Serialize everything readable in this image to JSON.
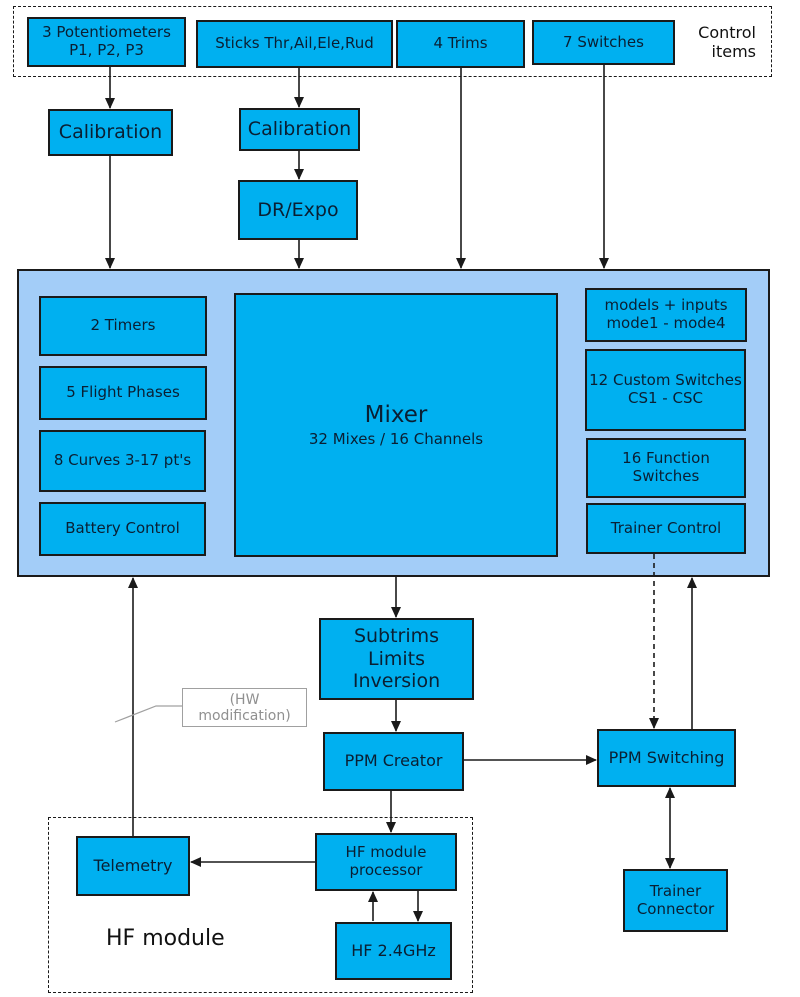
{
  "colors": {
    "node_fill": "#00B0F0",
    "container_fill": "#A3CDF8",
    "border": "#1a1a1a",
    "text": "#0a1f33",
    "muted_text": "#909090"
  },
  "groups": {
    "control_items": {
      "label": "Control\nitems"
    },
    "hf_module": {
      "label": "HF module"
    }
  },
  "nodes": {
    "potentiometers": {
      "label": "3 Potentiometers\nP1, P2, P3"
    },
    "sticks": {
      "label": "Sticks Thr,Ail,Ele,Rud"
    },
    "trims": {
      "label": "4 Trims"
    },
    "switches": {
      "label": "7 Switches"
    },
    "calibration_pots": {
      "label": "Calibration"
    },
    "calibration_sticks": {
      "label": "Calibration"
    },
    "dr_expo": {
      "label": "DR/Expo"
    },
    "timers": {
      "label": "2 Timers"
    },
    "flight_phases": {
      "label": "5 Flight Phases"
    },
    "curves": {
      "label": "8 Curves 3-17 pt's"
    },
    "battery_control": {
      "label": "Battery Control"
    },
    "mixer": {
      "title": "Mixer",
      "subtitle": "32 Mixes / 16 Channels"
    },
    "models_inputs": {
      "label": "models + inputs\nmode1 - mode4"
    },
    "custom_switches": {
      "label": "12 Custom Switches\nCS1 - CSC"
    },
    "function_switches": {
      "label": "16 Function\nSwitches"
    },
    "trainer_control": {
      "label": "Trainer Control"
    },
    "subtrims": {
      "label": "Subtrims\nLimits\nInversion"
    },
    "ppm_creator": {
      "label": "PPM Creator"
    },
    "ppm_switching": {
      "label": "PPM Switching"
    },
    "hw_modification": {
      "label": "(HW modification)"
    },
    "telemetry": {
      "label": "Telemetry"
    },
    "hf_processor": {
      "label": "HF module\nprocessor"
    },
    "hf_24ghz": {
      "label": "HF 2.4GHz"
    },
    "trainer_connector": {
      "label": "Trainer\nConnector"
    }
  }
}
